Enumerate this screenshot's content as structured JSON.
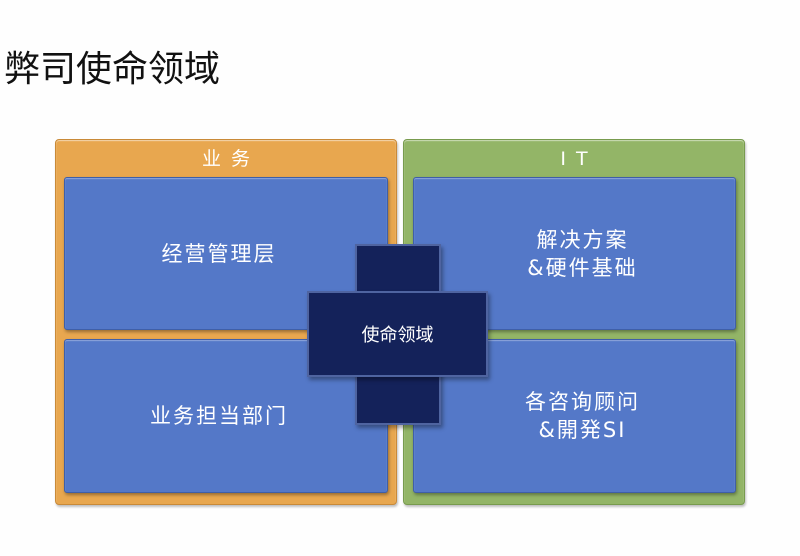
{
  "title": "弊司使命领域",
  "columns": {
    "business": {
      "header": "业务",
      "color": "#e8a74f",
      "boxes": [
        {
          "lines": [
            "经营管理层"
          ]
        },
        {
          "lines": [
            "业务担当部门"
          ]
        }
      ]
    },
    "it": {
      "header": "IT",
      "color": "#93b567",
      "boxes": [
        {
          "lines": [
            "解决方案",
            "&硬件基础"
          ]
        },
        {
          "lines": [
            "各咨询顾问",
            "&開発SI"
          ]
        }
      ]
    }
  },
  "box_color": "#5478c8",
  "center": {
    "label": "使命领域",
    "color": "#14225a"
  }
}
